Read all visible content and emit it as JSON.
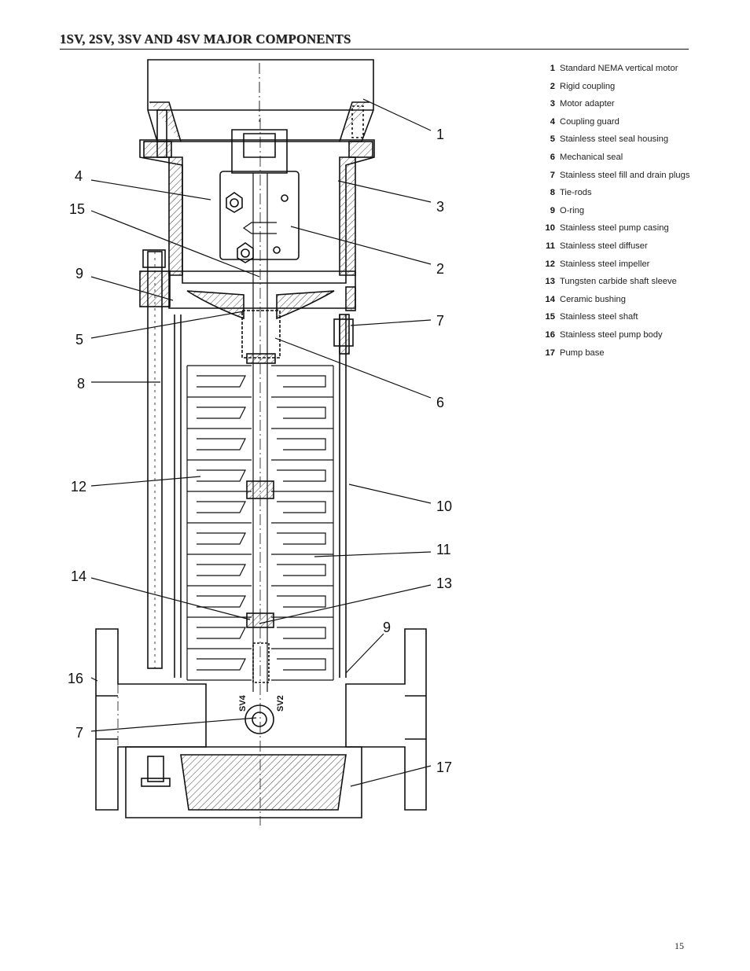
{
  "header": {
    "title": "1SV, 2SV, 3SV AND 4SV MAJOR COMPONENTS"
  },
  "legend": [
    {
      "num": "1",
      "label": "Standard NEMA vertical motor"
    },
    {
      "num": "2",
      "label": "Rigid coupling"
    },
    {
      "num": "3",
      "label": "Motor adapter"
    },
    {
      "num": "4",
      "label": "Coupling guard"
    },
    {
      "num": "5",
      "label": "Stainless steel seal housing"
    },
    {
      "num": "6",
      "label": "Mechanical seal"
    },
    {
      "num": "7",
      "label": "Stainless steel fill and drain plugs"
    },
    {
      "num": "8",
      "label": "Tie-rods"
    },
    {
      "num": "9",
      "label": "O-ring"
    },
    {
      "num": "10",
      "label": "Stainless steel pump casing"
    },
    {
      "num": "11",
      "label": "Stainless steel diffuser"
    },
    {
      "num": "12",
      "label": "Stainless steel impeller"
    },
    {
      "num": "13",
      "label": "Tungsten carbide shaft sleeve"
    },
    {
      "num": "14",
      "label": "Ceramic bushing"
    },
    {
      "num": "15",
      "label": "Stainless steel shaft"
    },
    {
      "num": "16",
      "label": "Stainless steel pump body"
    },
    {
      "num": "17",
      "label": "Pump base"
    }
  ],
  "diagram": {
    "callouts": {
      "c1": "1",
      "c3": "3",
      "c2": "2",
      "c7a": "7",
      "c6": "6",
      "c10": "10",
      "c11": "11",
      "c13": "13",
      "c9b": "9",
      "c17": "17",
      "c4": "4",
      "c15": "15",
      "c9a": "9",
      "c5": "5",
      "c8": "8",
      "c12": "12",
      "c14": "14",
      "c16": "16",
      "c7b": "7"
    },
    "markings": {
      "sv4": "SV4",
      "sv2": "SV2"
    }
  },
  "footer": {
    "page_number": "15"
  }
}
